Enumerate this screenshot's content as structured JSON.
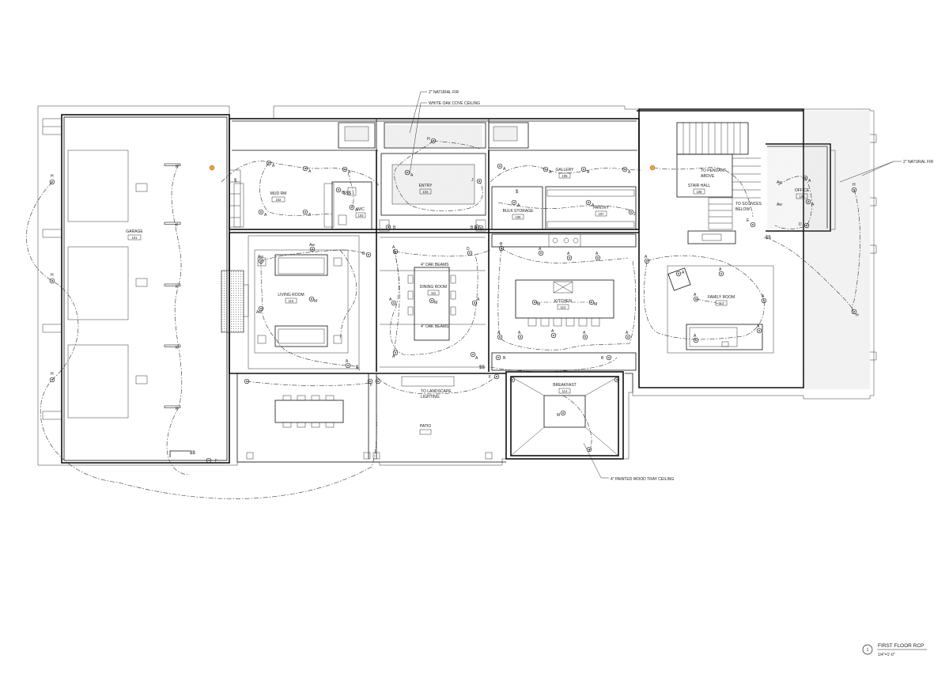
{
  "sheet": {
    "title": "FIRST FLOOR RCP",
    "scale": "1/4\"=1'-0\"",
    "number": "1"
  },
  "rooms": {
    "garage": {
      "name": "GARAGE",
      "num": "101"
    },
    "mudroom": {
      "name": "MUD RM",
      "num": "102"
    },
    "wc": {
      "name": "W/C",
      "num": "103"
    },
    "entry": {
      "name": "ENTRY",
      "num": "104"
    },
    "gallery": {
      "name": "GALLERY",
      "num": "105"
    },
    "bulk": {
      "name": "BULK STORAGE",
      "num": "106"
    },
    "pantry": {
      "name": "PANTRY",
      "num": "107"
    },
    "stair": {
      "name": "STAIR HALL",
      "num": "108"
    },
    "office": {
      "name": "OFFICE",
      "num": "109"
    },
    "living": {
      "name": "LIVING ROOM",
      "num": "110"
    },
    "dining": {
      "name": "DINING ROOM",
      "num": "111"
    },
    "kitchen": {
      "name": "KITCHEN",
      "num": "112"
    },
    "family": {
      "name": "FAMILY ROOM",
      "num": "113"
    },
    "breakfast": {
      "name": "BREAKFAST",
      "num": "114"
    },
    "patio": {
      "name": "PATIO",
      "num": ""
    }
  },
  "notes": {
    "natural_fir_top": "2\" NATURAL FIR",
    "white_oak": "WHITE OAK COVE CEILING",
    "natural_fir_right": "2\" NATURAL FIR",
    "oak_beams_1": "4\" OAK BEAMS",
    "oak_beams_2": "4\" OAK BEAMS",
    "pendant_1": "TO PENDANT",
    "pendant_2": "ABOVE",
    "sconces_1": "TO SCONCES",
    "sconces_2": "BELOW",
    "landscape_1": "TO LANDSCAPE",
    "landscape_2": "LIGHTING",
    "tray": "4\" PAINTED WOOD TRAY CEILING"
  },
  "codes": {
    "H": "H",
    "K": "K",
    "A": "A",
    "B": "B",
    "M": "M",
    "F": "F",
    "J": "J",
    "E": "E",
    "L": "L",
    "Aw": "Aw",
    "D": "D",
    "S": "$",
    "SS": "$$",
    "SSS": "$$$"
  }
}
